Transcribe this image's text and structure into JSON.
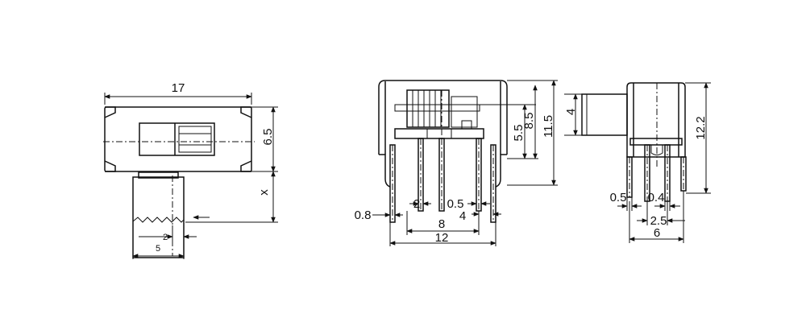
{
  "views": {
    "top": {
      "dim_width": "17",
      "dim_body_height": "6.5",
      "dim_actuator_travel": "x",
      "dim_actuator_offset": "2",
      "dim_actuator_width": "5"
    },
    "front": {
      "dim_pin_thickness": "0.8",
      "dim_pin_pitch": "2",
      "dim_pin_width": "0.5",
      "dim_side_gap": "4",
      "dim_pin_span": "8",
      "dim_overall_width": "12",
      "dim_body_height": "5.5",
      "dim_top_height": "8.5",
      "dim_total_height": "11.5"
    },
    "side": {
      "dim_actuator_height": "4",
      "dim_total_height": "12.2",
      "dim_pin_left": "0.5",
      "dim_pin_right": "0.4",
      "dim_pin_spacing": "2.5",
      "dim_base_width": "6"
    }
  }
}
